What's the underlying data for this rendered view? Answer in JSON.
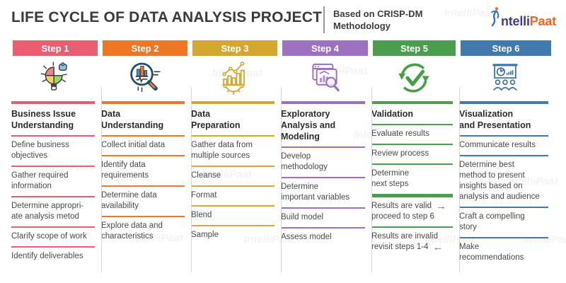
{
  "header": {
    "title": "LIFE CYCLE OF DATA ANALYSIS PROJECT",
    "subtitle": "Based on CRISP-DM Methodology",
    "logo": {
      "prefix": "ntelli",
      "suffix": "Paat"
    }
  },
  "watermark_text": "IntelliPaat",
  "ui": {
    "arrow_color": "#3BA03B",
    "separator_color": "#d8d8d8",
    "title_color": "#3a3a3a",
    "step_text_color": "#ffffff"
  },
  "columns": [
    {
      "step_label": "Step 1",
      "color": "#EB5E72",
      "icon": "bulb-puzzle-icon",
      "title": "Business Issue\nUnderstanding",
      "items": [
        {
          "text": "Define business\nobjectives"
        },
        {
          "text": "Gather required\ninformation"
        },
        {
          "text": "Determine appropri-\nate analysis metod"
        },
        {
          "text": "Clarify scope of work"
        },
        {
          "text": "Identify deliverables"
        }
      ]
    },
    {
      "step_label": "Step 2",
      "color": "#EF7622",
      "icon": "magnifier-chart-icon",
      "title": "Data\nUnderstanding",
      "items": [
        {
          "text": "Collect initial data"
        },
        {
          "text": "Identify data\nrequirements"
        },
        {
          "text": "Determine data\navailability"
        },
        {
          "text": "Explore data and\ncharacteristics"
        }
      ]
    },
    {
      "step_label": "Step 3",
      "color": "#D5A72E",
      "icon": "chart-gear-icon",
      "title": "Data\nPreparation",
      "items": [
        {
          "text": "Gather data from\nmultiple sources"
        },
        {
          "text": "Cleanse"
        },
        {
          "text": "Format"
        },
        {
          "text": "Blend"
        },
        {
          "text": "Sample"
        }
      ]
    },
    {
      "step_label": "Step 4",
      "color": "#9E70C1",
      "icon": "browser-analysis-icon",
      "title": "Exploratory\nAnalysis and\nModeling",
      "items": [
        {
          "text": "Develop\nmethodology"
        },
        {
          "text": "Determine\nimportant variables"
        },
        {
          "text": "Build model"
        },
        {
          "text": "Assess model"
        }
      ]
    },
    {
      "step_label": "Step 5",
      "color": "#4A9E4E",
      "icon": "refresh-check-icon",
      "title": "Validation",
      "items": [
        {
          "text": "Evaluate results"
        },
        {
          "text": "Review process"
        },
        {
          "text": "Determine\nnext steps"
        },
        {
          "lines": [
            "Results are valid",
            "proceed to step 6"
          ],
          "arrow": {
            "dir": "right",
            "line": 0
          },
          "thick_divider": true
        },
        {
          "lines": [
            "Results are invalid",
            "revisit steps 1-4"
          ],
          "arrow": {
            "dir": "left",
            "line": 1
          }
        }
      ]
    },
    {
      "step_label": "Step 6",
      "color": "#417AAC",
      "icon": "presentation-icon",
      "title": "Visualization\nand Presentation",
      "items": [
        {
          "text": "Communicate results"
        },
        {
          "text": "Determine best\nmethod to present\ninsights based on\nanalysis and audience"
        },
        {
          "text": "Craft a compelling\nstory"
        },
        {
          "text": "Make\nrecommendations"
        }
      ]
    }
  ]
}
